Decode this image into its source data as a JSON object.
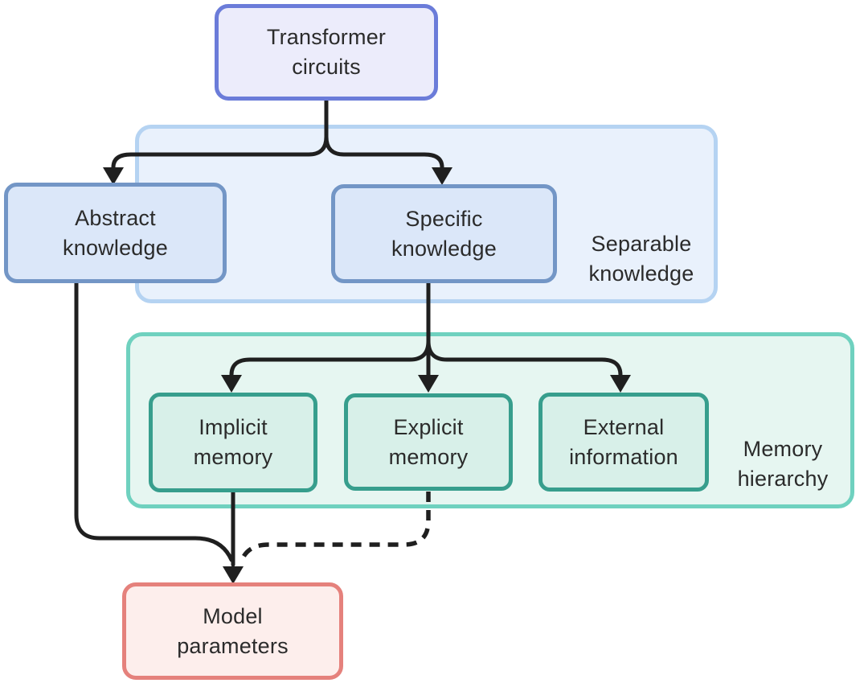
{
  "diagram": {
    "nodes": {
      "transformer_circuits": {
        "label": "Transformer\ncircuits"
      },
      "abstract_knowledge": {
        "label": "Abstract\nknowledge"
      },
      "specific_knowledge": {
        "label": "Specific\nknowledge"
      },
      "implicit_memory": {
        "label": "Implicit\nmemory"
      },
      "explicit_memory": {
        "label": "Explicit\nmemory"
      },
      "external_information": {
        "label": "External\ninformation"
      },
      "model_parameters": {
        "label": "Model\nparameters"
      }
    },
    "groups": {
      "separable_knowledge": {
        "label": "Separable\nknowledge"
      },
      "memory_hierarchy": {
        "label": "Memory\nhierarchy"
      }
    },
    "edges": [
      {
        "from": "transformer_circuits",
        "to": "abstract_knowledge",
        "style": "solid"
      },
      {
        "from": "transformer_circuits",
        "to": "specific_knowledge",
        "style": "solid"
      },
      {
        "from": "specific_knowledge",
        "to": "implicit_memory",
        "style": "solid"
      },
      {
        "from": "specific_knowledge",
        "to": "explicit_memory",
        "style": "solid"
      },
      {
        "from": "specific_knowledge",
        "to": "external_information",
        "style": "solid"
      },
      {
        "from": "abstract_knowledge",
        "to": "model_parameters",
        "style": "solid"
      },
      {
        "from": "implicit_memory",
        "to": "model_parameters",
        "style": "solid"
      },
      {
        "from": "explicit_memory",
        "to": "model_parameters",
        "style": "dashed"
      }
    ],
    "colors": {
      "transformer_fill": "#ececfb",
      "transformer_border": "#6b7cd9",
      "separable_group_fill": "#e9f1fc",
      "separable_group_border": "#b5d3f2",
      "knowledge_fill": "#dbe7f9",
      "knowledge_border": "#7396c6",
      "memory_group_fill": "#e6f6f1",
      "memory_group_border": "#6fd1bf",
      "memory_fill": "#d8f0e9",
      "memory_border": "#379e8d",
      "model_fill": "#fdeeec",
      "model_border": "#e5817c",
      "edge_color": "#1f1f1f",
      "text_color": "#2b2b2b"
    }
  }
}
